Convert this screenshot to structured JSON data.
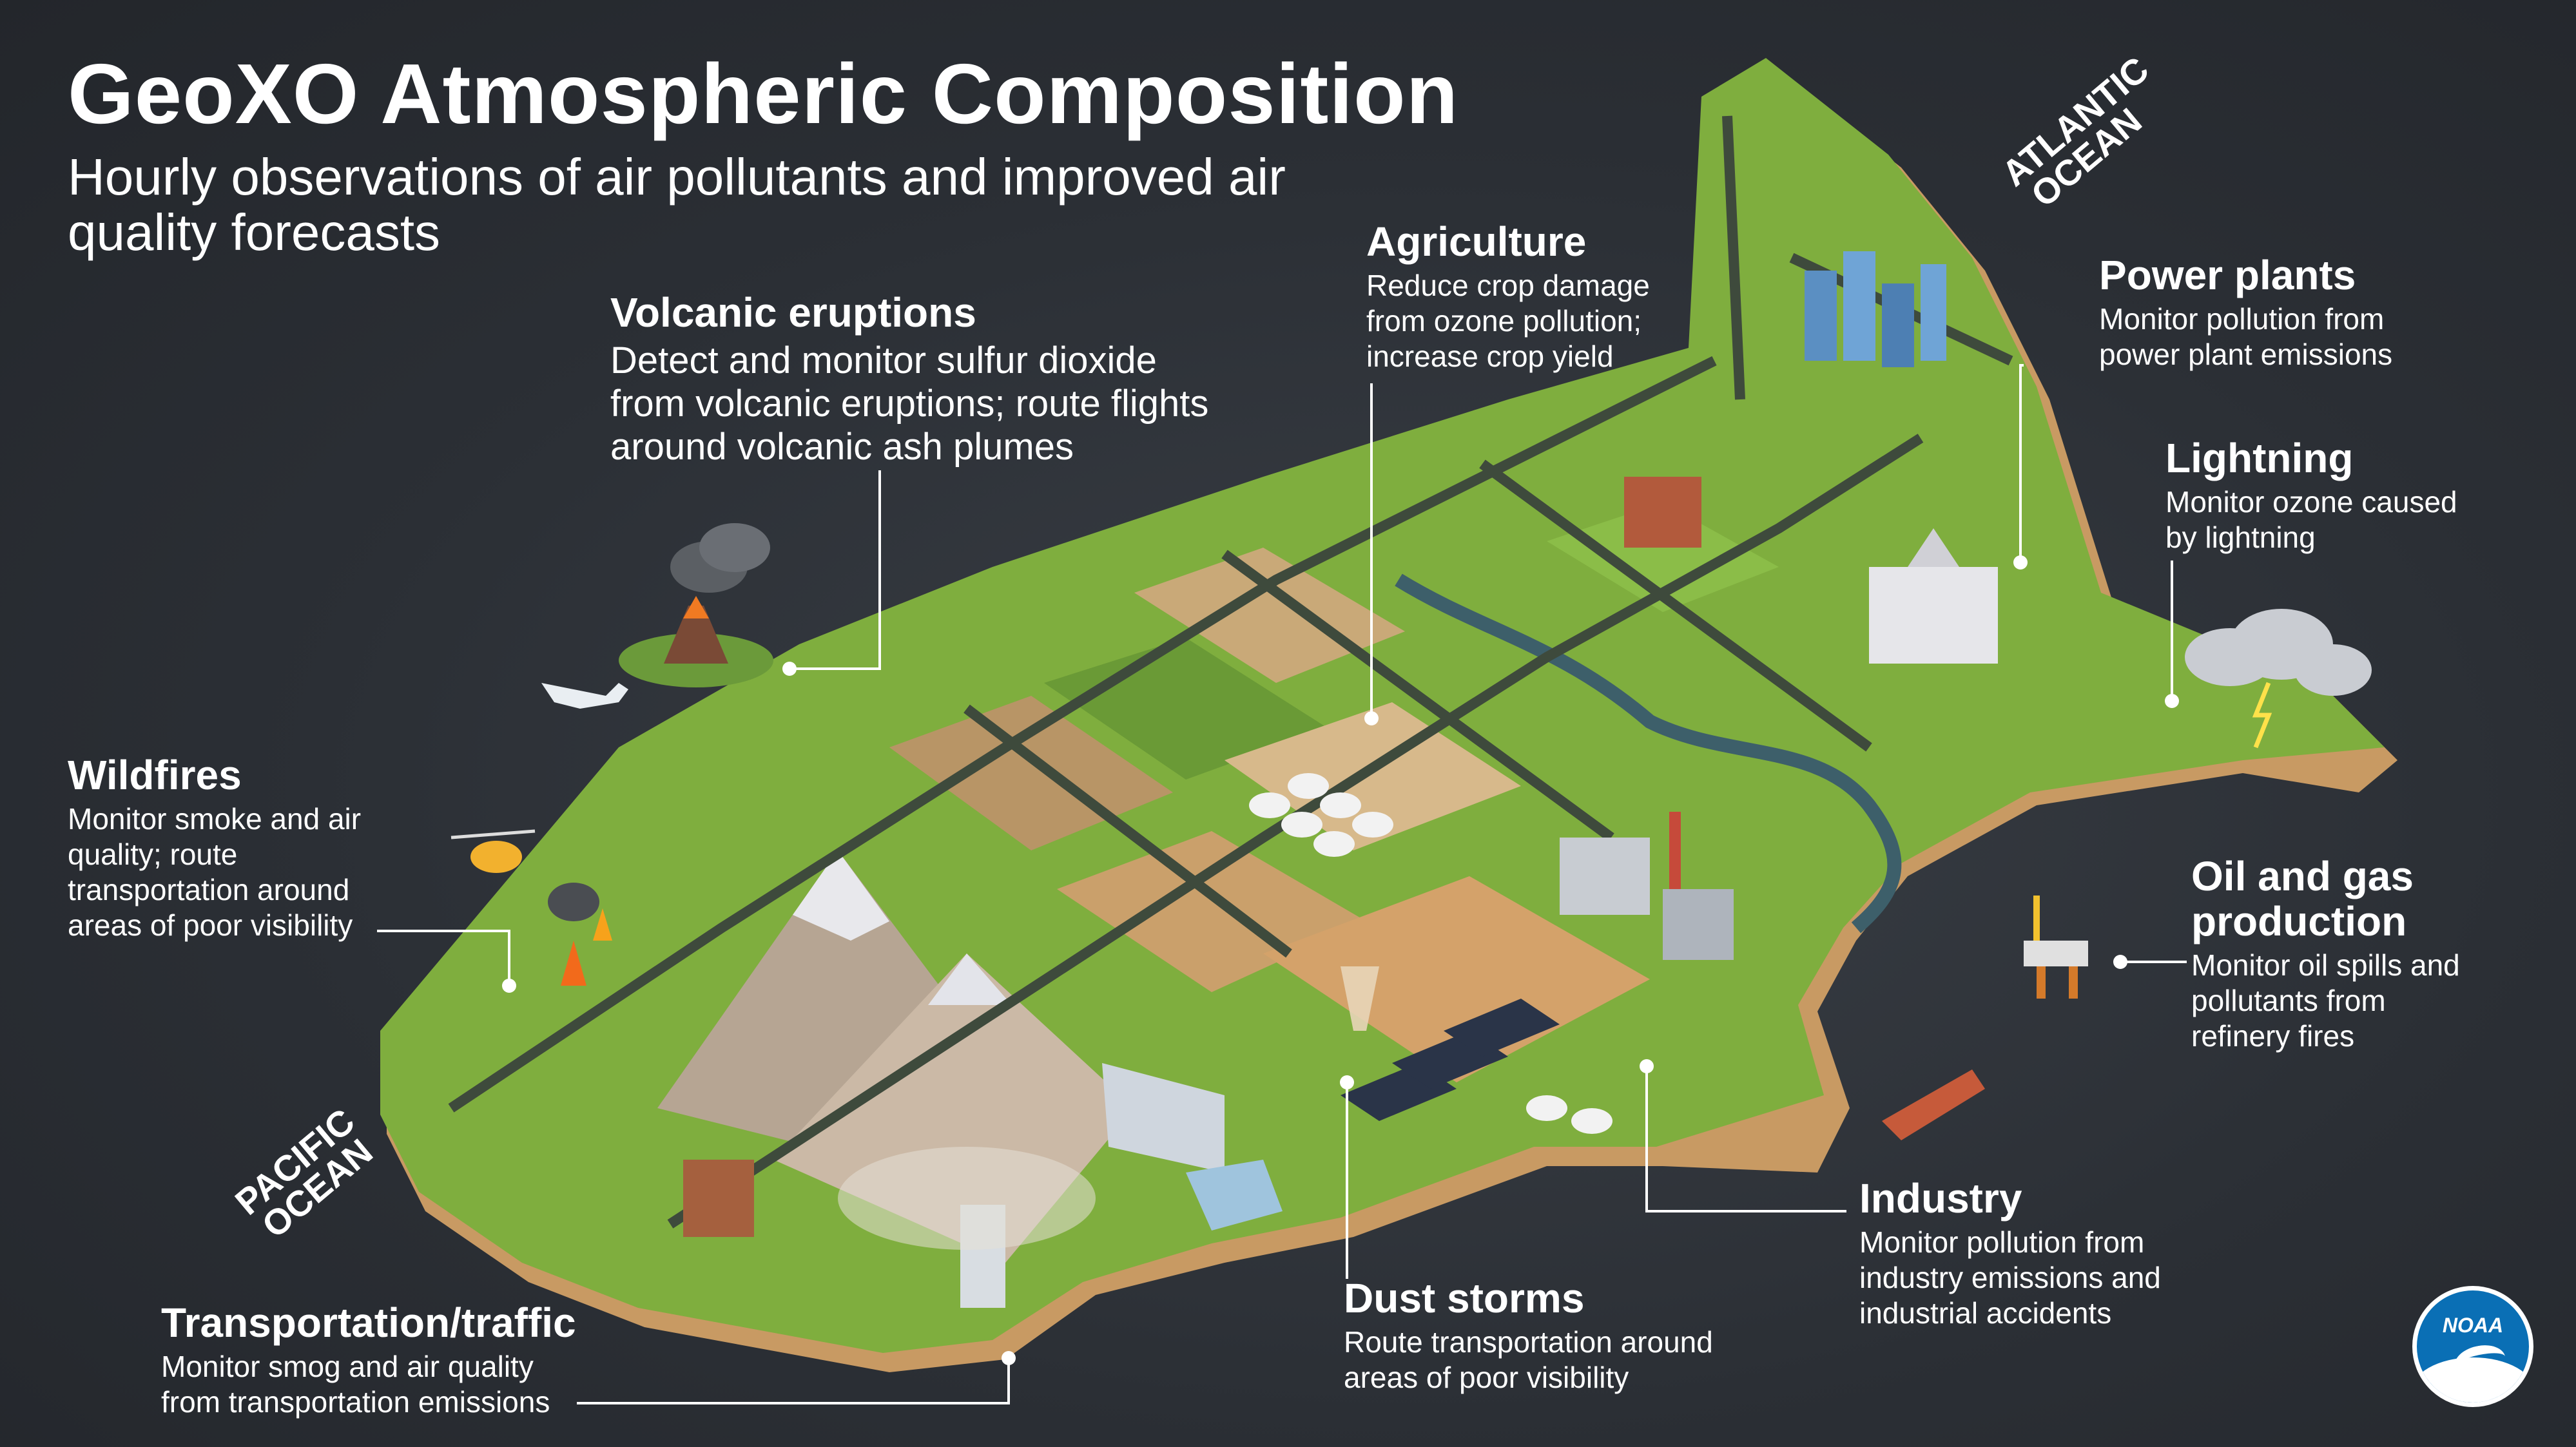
{
  "header": {
    "title": "GeoXO Atmospheric Composition",
    "subtitle": "Hourly observations of air pollutants and improved air quality forecasts"
  },
  "oceans": {
    "atlantic": "ATLANTIC OCEAN",
    "pacific": "PACIFIC OCEAN"
  },
  "callouts": {
    "volcanic": {
      "title": "Volcanic eruptions",
      "text": "Detect and monitor sulfur dioxide from volcanic eruptions; route flights around volcanic ash plumes"
    },
    "agriculture": {
      "title": "Agriculture",
      "text": "Reduce crop damage from ozone pollution; increase crop yield"
    },
    "power": {
      "title": "Power plants",
      "text": "Monitor pollution from power plant emissions"
    },
    "lightning": {
      "title": "Lightning",
      "text": "Monitor ozone caused by lightning"
    },
    "wildfires": {
      "title": "Wildfires",
      "text": "Monitor smoke and air quality; route transportation around areas of poor visibility"
    },
    "oilgas": {
      "title": "Oil and gas production",
      "text": "Monitor oil spills and pollutants from refinery fires"
    },
    "industry": {
      "title": "Industry",
      "text": "Monitor pollution from industry emissions and industrial accidents"
    },
    "dust": {
      "title": "Dust storms",
      "text": "Route transportation around areas of poor visibility"
    },
    "transport": {
      "title": "Transportation/traffic",
      "text": "Monitor smog and air quality from transportation emissions"
    }
  },
  "logo": {
    "text": "NOAA"
  },
  "colors": {
    "background": "#2c3036",
    "land": "#7fae3e",
    "land_dark": "#5f8f2c",
    "field_tan": "#c9a978",
    "road": "#3e4a3c",
    "beach": "#d9b384",
    "leader_line": "#ffffff",
    "noaa_blue": "#0a6fb5"
  }
}
